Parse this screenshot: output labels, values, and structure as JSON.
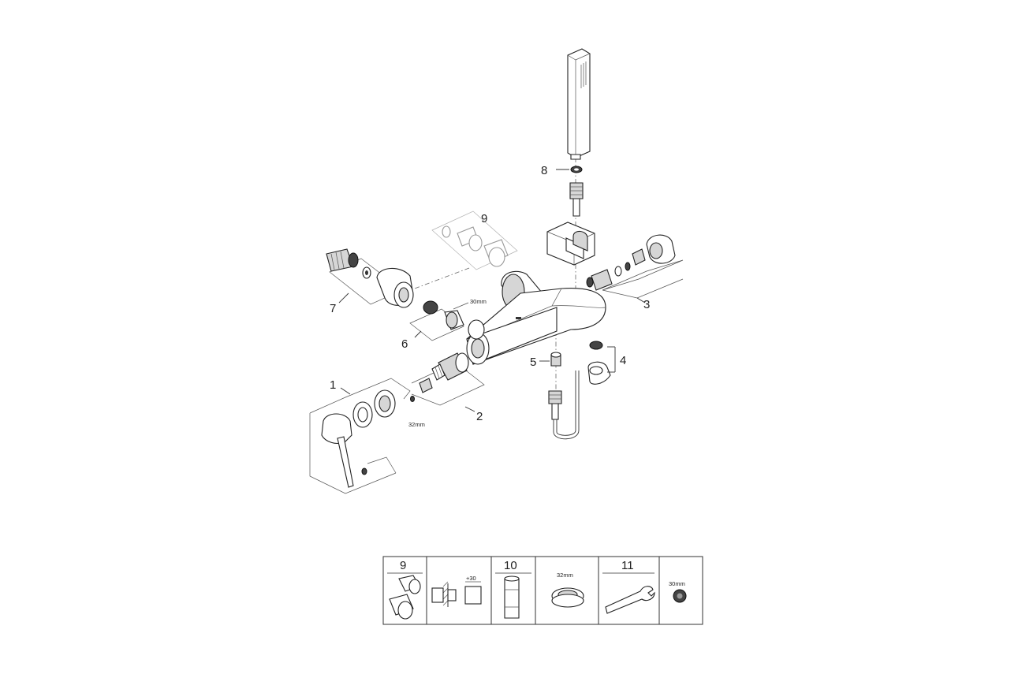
{
  "callouts": {
    "c1": "1",
    "c2": "2",
    "c3": "3",
    "c4": "4",
    "c5": "5",
    "c6": "6",
    "c7": "7",
    "c8": "8",
    "c9": "9"
  },
  "dimensions": {
    "nut_30": "30mm",
    "ring_32": "32mm"
  },
  "legend_table": {
    "cells": [
      {
        "number": "9",
        "label": ""
      },
      {
        "number": "",
        "label": "+30"
      },
      {
        "number": "10",
        "label": ""
      },
      {
        "number": "",
        "label": "32mm"
      },
      {
        "number": "11",
        "label": ""
      },
      {
        "number": "",
        "label": "30mm"
      }
    ]
  },
  "colors": {
    "line": "#222222",
    "shade": "#d6d6d6",
    "background": "#ffffff"
  }
}
